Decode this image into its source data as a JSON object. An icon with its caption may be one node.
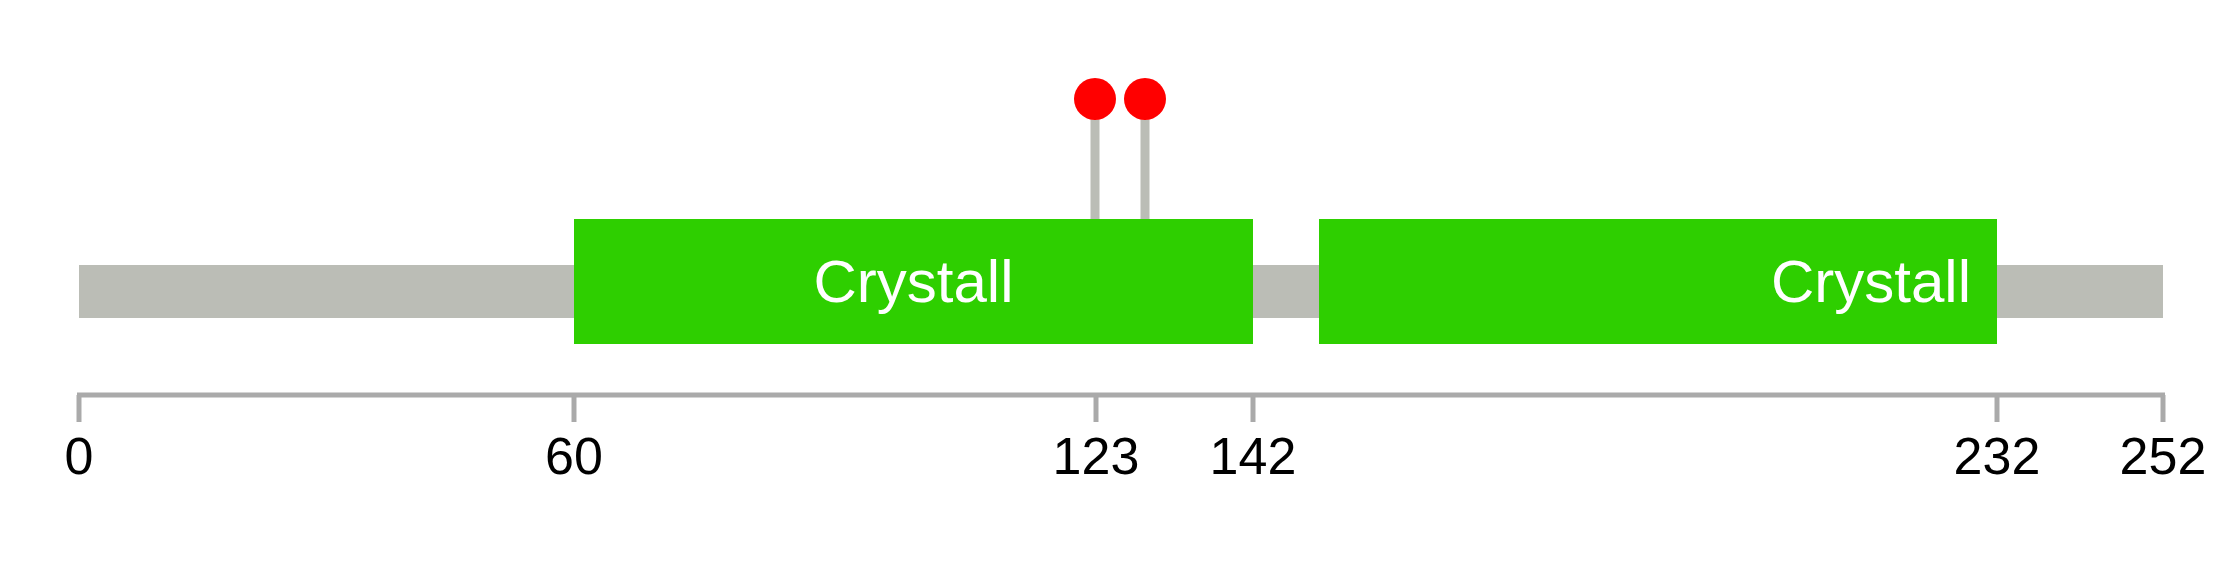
{
  "diagram": {
    "nodes": [
      {
        "text": [],
        "shape": "bar"
      },
      {
        "text": [
          "Crystall"
        ]
      },
      {
        "text": [
          "Crystall"
        ]
      },
      {
        "text": [],
        "shape": "circle"
      },
      {
        "text": [],
        "shape": "circle"
      }
    ],
    "edges": [
      {
        "from": 3,
        "to": 1,
        "arrow": "none"
      },
      {
        "from": 4,
        "to": 1,
        "arrow": "none"
      }
    ],
    "labels": [
      "0",
      "60",
      "123",
      "142",
      "232",
      "252"
    ]
  }
}
